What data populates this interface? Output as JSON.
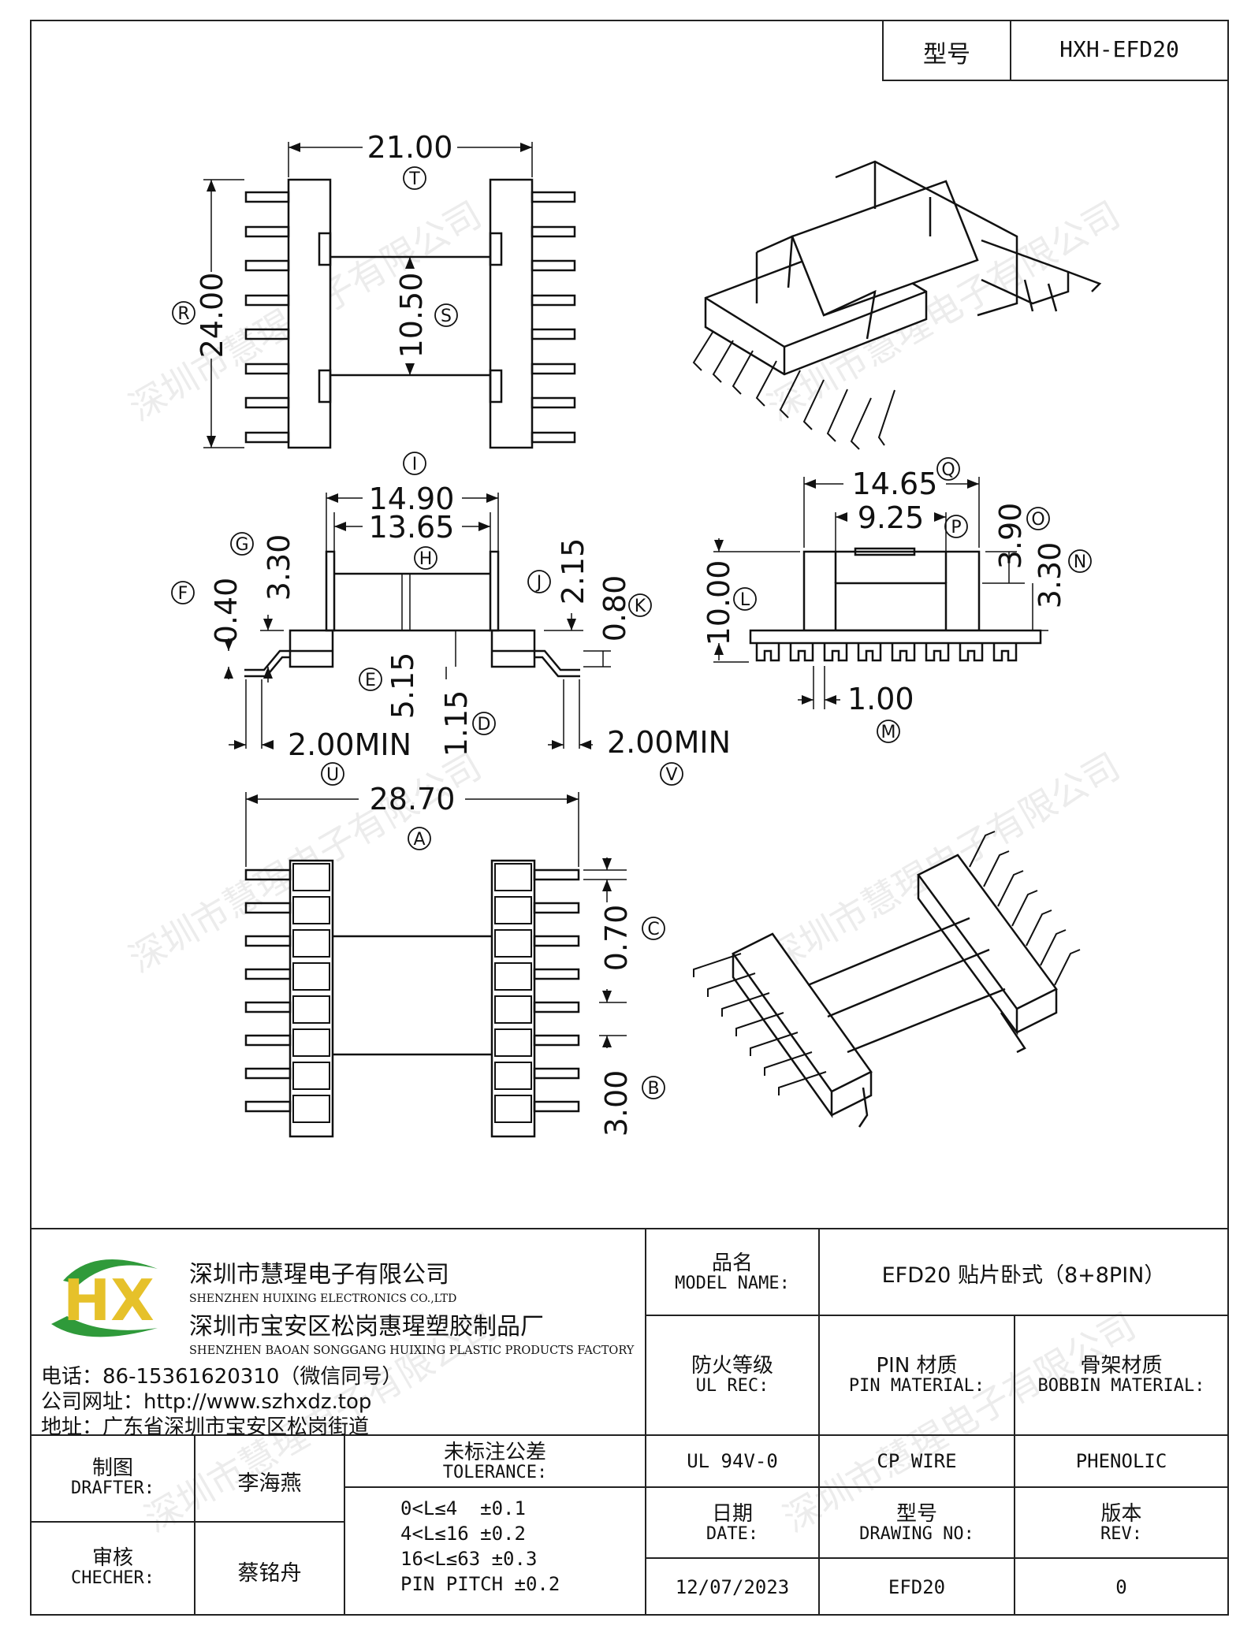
{
  "header": {
    "model_label": "型号",
    "model_value": "HXH-EFD20"
  },
  "drawing": {
    "top_view": {
      "dim_t": "21.00",
      "label_t": "T",
      "dim_r": "24.00",
      "label_r": "R",
      "dim_s": "10.50",
      "label_s": "S"
    },
    "front_view": {
      "dim_i": "14.90",
      "label_i": "I",
      "dim_h": "13.65",
      "label_h": "H",
      "dim_g": "3.30",
      "label_g": "G",
      "dim_f": "0.40",
      "label_f": "F",
      "dim_j": "2.15",
      "label_j": "J",
      "dim_k": "0.80",
      "label_k": "K",
      "dim_e": "5.15",
      "label_e": "E",
      "dim_d": "1.15",
      "label_d": "D",
      "dim_u": "2.00MIN",
      "label_u": "U",
      "dim_v": "2.00MIN",
      "label_v": "V"
    },
    "side_view": {
      "dim_q": "14.65",
      "label_q": "Q",
      "dim_p": "9.25",
      "label_p": "P",
      "dim_o": "3.90",
      "label_o": "O",
      "dim_n": "3.30",
      "label_n": "N",
      "dim_l": "10.00",
      "label_l": "L",
      "dim_m": "1.00",
      "label_m": "M"
    },
    "bottom_view": {
      "dim_a": "28.70",
      "label_a": "A",
      "dim_c": "0.70",
      "label_c": "C",
      "dim_b": "3.00",
      "label_b": "B"
    }
  },
  "watermark": "深圳市慧瑆电子有限公司",
  "company": {
    "logo_text": "HX",
    "name_cn": "深圳市慧瑆电子有限公司",
    "name_en": "SHENZHEN HUIXING ELECTRONICS CO.,LTD",
    "factory_cn": "深圳市宝安区松岗惠瑆塑胶制品厂",
    "factory_en": "SHENZHEN BAOAN SONGGANG HUIXING PLASTIC PRODUCTS FACTORY",
    "phone": "电话：86-15361620310（微信同号）",
    "website": "公司网址：http://www.szhxdz.top",
    "address": "地址：广东省深圳市宝安区松岗街道"
  },
  "title_block": {
    "model_name_cn": "品名",
    "model_name_en": "MODEL NAME:",
    "model_name_value": "EFD20 贴片卧式（8+8PIN）",
    "ul_cn": "防火等级",
    "ul_en": "UL REC:",
    "pin_cn": "PIN 材质",
    "pin_en": "PIN MATERIAL:",
    "bobbin_cn": "骨架材质",
    "bobbin_en": "BOBBIN MATERIAL:",
    "ul_value": "UL 94V-0",
    "pin_value": "CP WIRE",
    "bobbin_value": "PHENOLIC",
    "drafter_cn": "制图",
    "drafter_en": "DRAFTER:",
    "drafter_name": "李海燕",
    "checker_cn": "审核",
    "checker_en": "CHECHER:",
    "checker_name": "蔡铭舟",
    "tolerance_cn": "未标注公差",
    "tolerance_en": "TOLERANCE:",
    "tolerances": [
      "0<L≤4  ±0.1",
      "4<L≤16 ±0.2",
      "16<L≤63 ±0.3",
      "PIN PITCH ±0.2"
    ],
    "date_cn": "日期",
    "date_en": "DATE:",
    "drawing_no_cn": "型号",
    "drawing_no_en": "DRAWING NO:",
    "rev_cn": "版本",
    "rev_en": "REV:",
    "date_value": "12/07/2023",
    "drawing_no_value": "EFD20",
    "rev_value": "0"
  },
  "colors": {
    "logo_green": "#2f9a3a",
    "logo_yellow": "#e6c12a",
    "line": "#222222"
  }
}
